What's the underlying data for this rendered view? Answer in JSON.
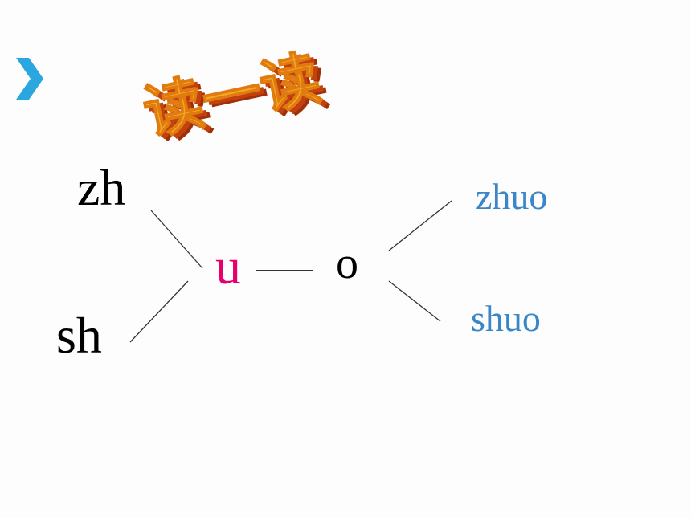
{
  "title": {
    "text": "读一读",
    "color_face": "#f5a623",
    "color_side": "#a0300a"
  },
  "nav": {
    "icon": "chevron-right-icon",
    "color": "#2aa7df"
  },
  "diagram": {
    "initials": [
      "zh",
      "sh"
    ],
    "medial": "u",
    "final": "o",
    "results": [
      "zhuo",
      "shuo"
    ],
    "colors": {
      "initial": "#000000",
      "medial": "#e5006e",
      "final": "#000000",
      "result": "#3a86c8",
      "line": "#333333"
    }
  }
}
